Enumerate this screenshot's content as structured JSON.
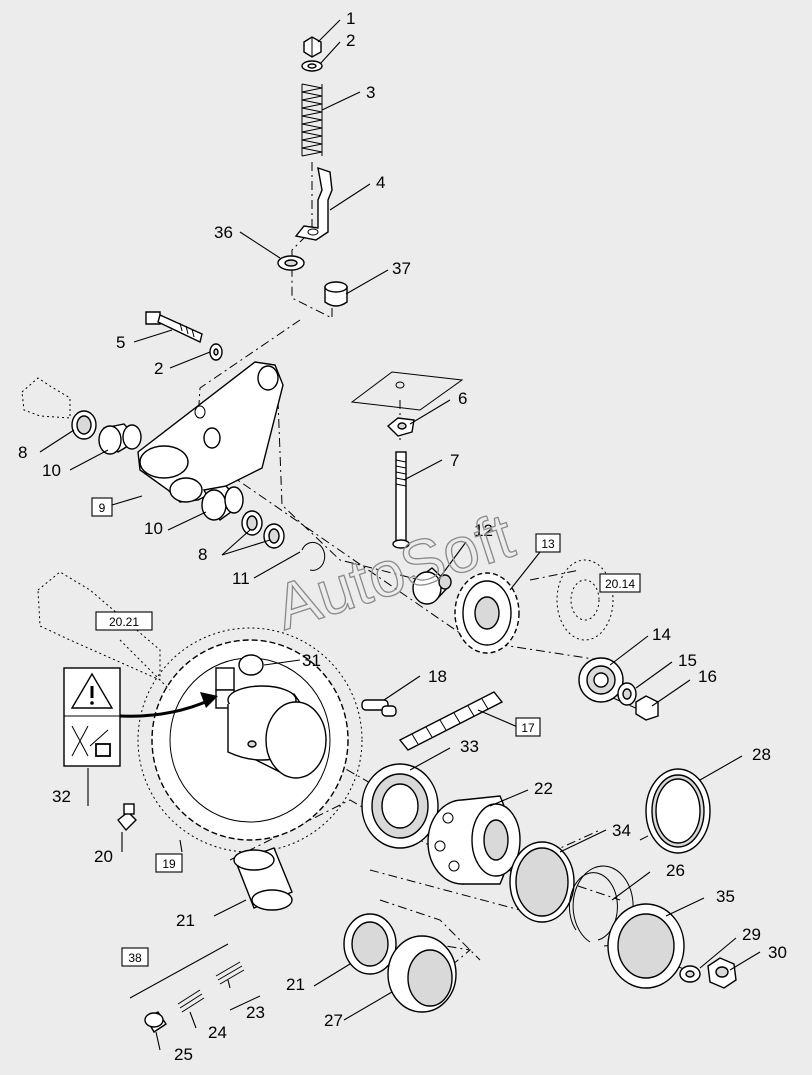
{
  "watermark": "AutoSoft",
  "labels": [
    "1",
    "2",
    "3",
    "4",
    "36",
    "37",
    "5",
    "2",
    "6",
    "7",
    "8",
    "10",
    "9",
    "10",
    "8",
    "11",
    "12",
    "13",
    "14",
    "15",
    "16",
    "31",
    "18",
    "17",
    "33",
    "22",
    "28",
    "34",
    "26",
    "35",
    "29",
    "30",
    "32",
    "20",
    "19",
    "21",
    "21",
    "27",
    "23",
    "24",
    "25"
  ],
  "boxed_labels": [
    "9",
    "13",
    "17",
    "19",
    "38"
  ],
  "reference_labels": [
    "20.21",
    "20.14"
  ],
  "icons": [
    "warning-triangle-icon",
    "no-lubrication-icon"
  ],
  "colors": {
    "background": "#ececec",
    "line": "#000000",
    "watermark": "#8a8a8a"
  }
}
